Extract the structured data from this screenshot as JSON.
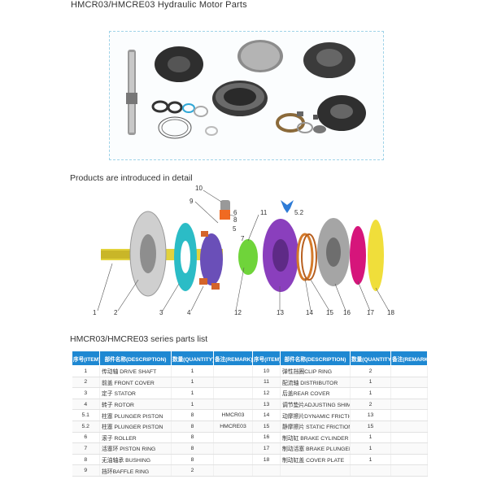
{
  "header": {
    "title": "HMCR03/HMCRE03 Hydraulic Motor Parts"
  },
  "detail_section": {
    "heading": "Products are introduced in detail"
  },
  "diagram": {
    "callouts": [
      "1",
      "2",
      "3",
      "4",
      "5",
      "6",
      "7",
      "8",
      "9",
      "10",
      "11",
      "12",
      "13",
      "14",
      "15",
      "16",
      "17",
      "18",
      "5.2"
    ]
  },
  "parts_section": {
    "heading": "HMCR03/HMCRE03 series parts list"
  },
  "table": {
    "headers": [
      "序号(ITEM)",
      "部件名称(DESCRIPTION)",
      "数量(QUANTITY)",
      "备注(REMARK)",
      "序号(ITEM)",
      "部件名称(DESCRIPTION)",
      "数量(QUANTITY)",
      "备注(REMARK)"
    ],
    "rows": [
      [
        "1",
        "传动轴 DRIVE SHAFT",
        "1",
        "",
        "10",
        "弹性挡圈CLIP RING",
        "2",
        ""
      ],
      [
        "2",
        "前盖 FRONT COVER",
        "1",
        "",
        "11",
        "配流轴 DISTRIBUTOR",
        "1",
        ""
      ],
      [
        "3",
        "定子 STATOR",
        "1",
        "",
        "12",
        "后盖REAR COVER",
        "1",
        ""
      ],
      [
        "4",
        "转子 ROTOR",
        "1",
        "",
        "13",
        "调节垫片ADJUSTING SHIM",
        "2",
        ""
      ],
      [
        "5.1",
        "柱塞 PLUNGER PISTON",
        "8",
        "HMCR03",
        "14",
        "动摩擦片DYNAMIC FRICTION",
        "13",
        ""
      ],
      [
        "5.2",
        "柱塞 PLUNGER PISTON",
        "8",
        "HMCRE03",
        "15",
        "静摩擦片 STATIC FRICTION",
        "15",
        ""
      ],
      [
        "6",
        "滚子 ROLLER",
        "8",
        "",
        "16",
        "制动缸 BRAKE CYLINDER",
        "1",
        ""
      ],
      [
        "7",
        "活塞环 PISTON RING",
        "8",
        "",
        "17",
        "制动活塞 BRAKE PLUNGER",
        "1",
        ""
      ],
      [
        "8",
        "无油轴承 BUSHING",
        "8",
        "",
        "18",
        "制动缸盖 COVER PLATE",
        "1",
        ""
      ],
      [
        "9",
        "挡环BAFFLE RING",
        "2",
        "",
        "",
        "",
        "",
        ""
      ]
    ]
  },
  "colors": {
    "header_bg": "#1e88d2",
    "stator": "#2bbcc6",
    "rotor": "#6a4fb8",
    "rear_cover": "#8a3fbd",
    "distributor": "#6fd43a",
    "friction": "#d47a2a",
    "brake_plunger": "#d6157b",
    "cover_plate": "#f0de3a"
  }
}
